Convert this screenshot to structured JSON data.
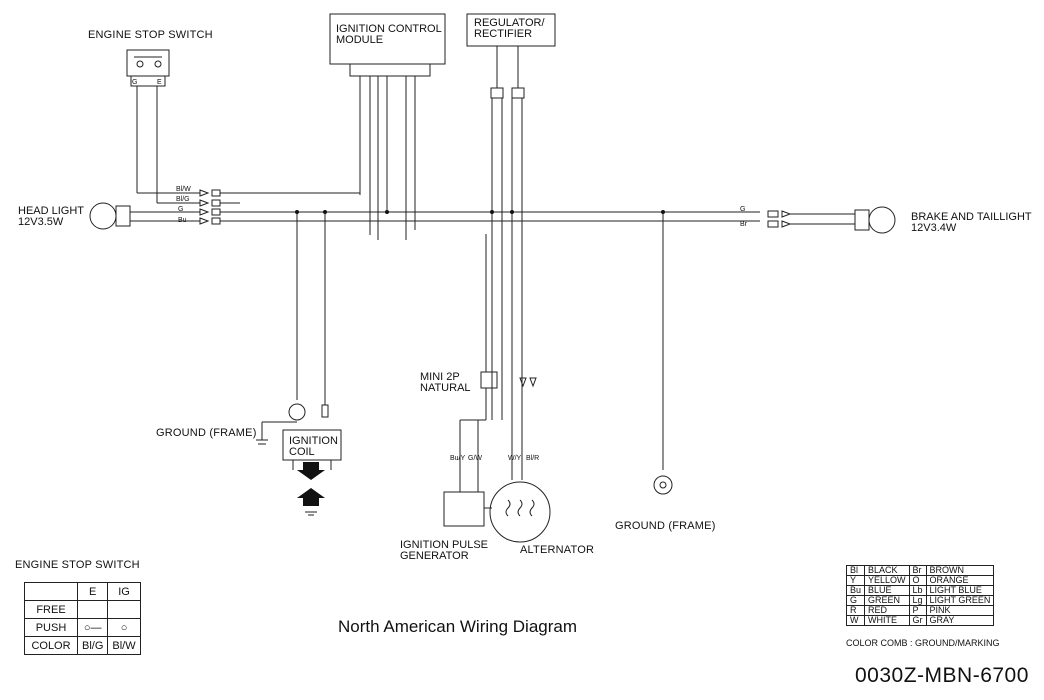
{
  "labels": {
    "engine_stop_switch": "ENGINE STOP SWITCH",
    "ignition_control_module": "IGNITION CONTROL\nMODULE",
    "regulator_rectifier": "REGULATOR/\nRECTIFIER",
    "head_light": "HEAD LIGHT\n12V3.5W",
    "brake_taillight": "BRAKE AND TAILLIGHT\n12V3.4W",
    "mini_2p": "MINI 2P\nNATURAL",
    "ground_frame_left": "GROUND (FRAME)",
    "ground_frame_right": "GROUND (FRAME)",
    "ignition_coil": "IGNITION\nCOIL",
    "ignition_pulse_generator": "IGNITION PULSE\nGENERATOR",
    "alternator": "ALTERNATOR"
  },
  "wire_codes": {
    "ig": "IG",
    "e": "E",
    "bw": "Bl/W",
    "blg": "Bl/G",
    "g": "G",
    "bu": "Bu",
    "buy": "Bu/Y",
    "br": "Br",
    "blr": "Bl/R",
    "wy": "W/Y",
    "gw": "G/W"
  },
  "switch_table": {
    "title": "ENGINE STOP SWITCH",
    "header": [
      "",
      "E",
      "IG"
    ],
    "rows": [
      {
        "label": "FREE",
        "e": "",
        "ig": ""
      },
      {
        "label": "PUSH",
        "e": "○—",
        "ig": "○"
      },
      {
        "label": "COLOR",
        "e": "Bl/G",
        "ig": "Bl/W"
      }
    ]
  },
  "color_table": [
    [
      "Bl",
      "BLACK",
      "Br",
      "BROWN"
    ],
    [
      "Y",
      "YELLOW",
      "O",
      "ORANGE"
    ],
    [
      "Bu",
      "BLUE",
      "Lb",
      "LIGHT BLUE"
    ],
    [
      "G",
      "GREEN",
      "Lg",
      "LIGHT GREEN"
    ],
    [
      "R",
      "RED",
      "P",
      "PINK"
    ],
    [
      "W",
      "WHITE",
      "Gr",
      "GRAY"
    ]
  ],
  "color_comb": "COLOR COMB : GROUND/MARKING",
  "caption": "North American Wiring Diagram",
  "part_number": "0030Z-MBN-6700"
}
